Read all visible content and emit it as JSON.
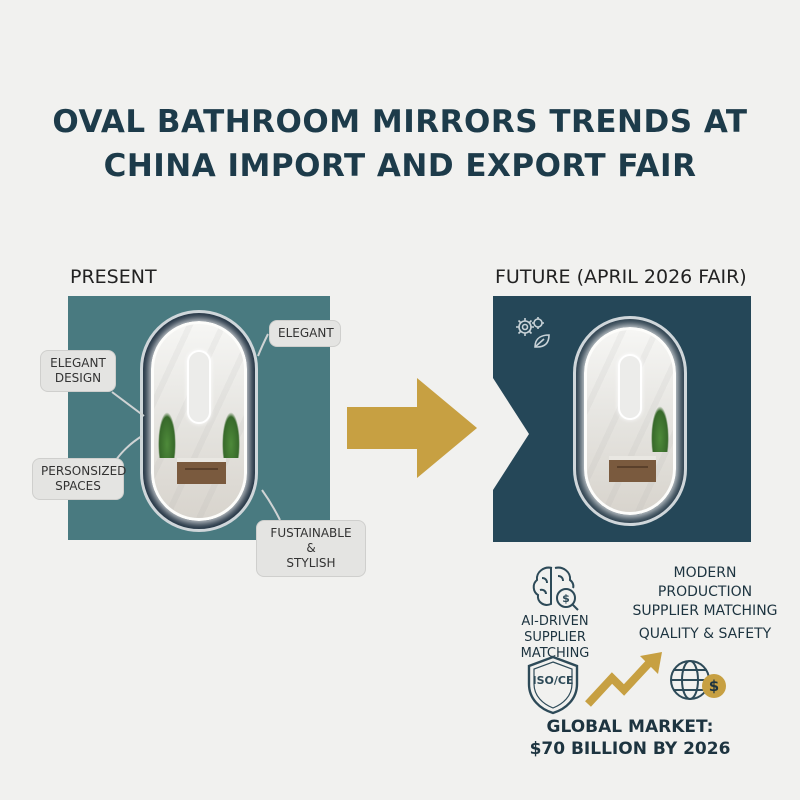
{
  "title": {
    "line1": "OVAL BATHROOM MIRRORS TRENDS AT",
    "line2": "CHINA IMPORT AND EXPORT FAIR"
  },
  "present": {
    "label": "PRESENT",
    "callouts": {
      "elegant_design": "ELEGANT\nDESIGN",
      "elegant": "ELEGANT",
      "personsized": "PERSONSIZED\nSPACES",
      "fustainable": "FUSTAINABLE &\nSTYLISH"
    }
  },
  "future": {
    "label": "FUTURE (APRIL 2026 FAIR)",
    "features": {
      "ai_line1": "AI-DRIVEN",
      "ai_line2": "SUPPLIER MATCHING",
      "modern_line1": "MODERN",
      "modern_line2": "PRODUCTION",
      "modern_line3": "SUPPLIER MATCHING",
      "quality": "QUALITY & SAFETY",
      "iso_badge": "ISO/CE",
      "market_line1": "GLOBAL MARKET:",
      "market_line2": "$70 BILLION BY 2026"
    }
  },
  "icons": {
    "gear_leaf": "gear-leaf-icon",
    "brain": "brain-dollar-icon",
    "shield": "shield-icon",
    "trend": "trend-arrow-icon",
    "globe": "globe-dollar-icon"
  },
  "colors": {
    "present_panel": "#497a80",
    "future_panel": "#254758",
    "arrow": "#c7a042",
    "title": "#1d3b4a"
  }
}
